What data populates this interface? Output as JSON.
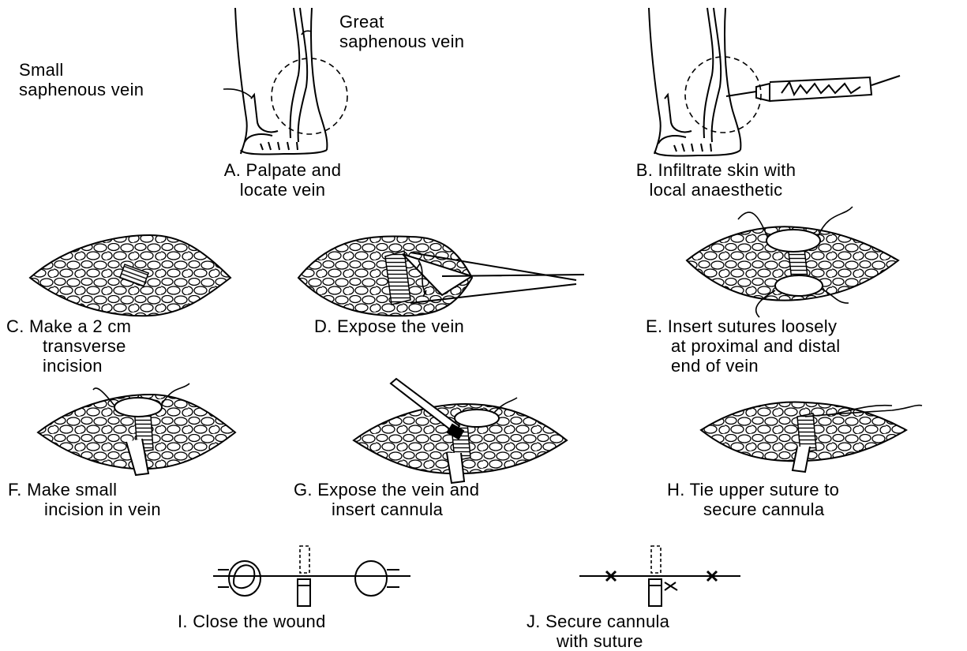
{
  "annotations": {
    "great_saphenous": [
      "Great",
      "saphenous vein"
    ],
    "small_saphenous": [
      "Small",
      "saphenous vein"
    ]
  },
  "steps": {
    "A": [
      "A. Palpate and",
      "locate vein"
    ],
    "B": [
      "B. Infiltrate skin with",
      "local anaesthetic"
    ],
    "C": [
      "C. Make a 2 cm",
      "transverse",
      "incision"
    ],
    "D": [
      "D. Expose the vein"
    ],
    "E": [
      "E. Insert sutures loosely",
      "at proximal and distal",
      "end of vein"
    ],
    "F": [
      "F. Make small",
      "incision in vein"
    ],
    "G": [
      "G. Expose the vein and",
      "insert cannula"
    ],
    "H": [
      "H. Tie upper suture to",
      "secure cannula"
    ],
    "I": [
      "I. Close the wound"
    ],
    "J": [
      "J. Secure cannula",
      "with suture"
    ]
  }
}
